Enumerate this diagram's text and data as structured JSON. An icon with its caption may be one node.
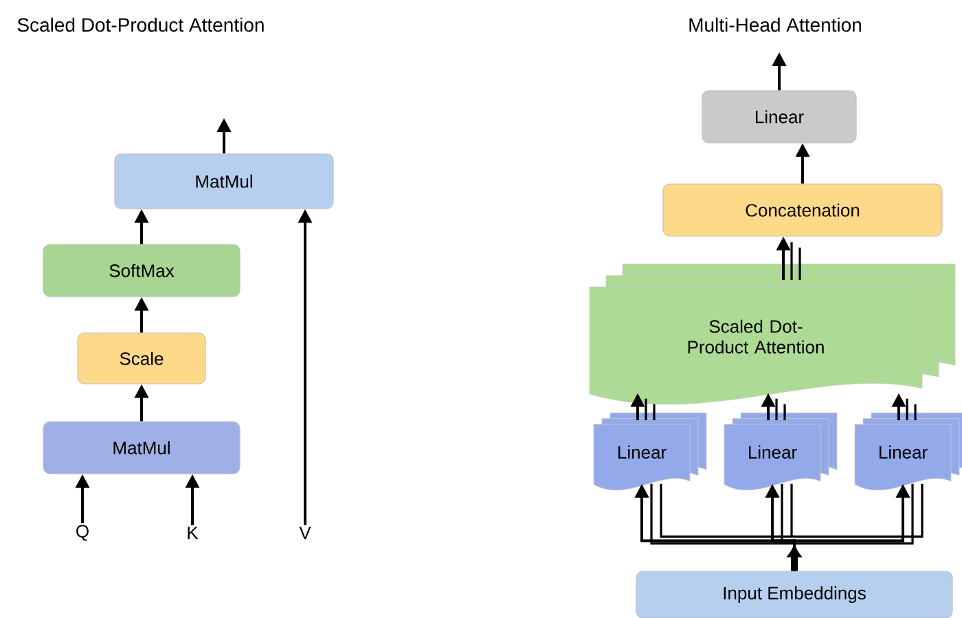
{
  "diagram": {
    "nodes": [
      {
        "text": [
          "Q"
        ]
      },
      {
        "text": [
          "K"
        ]
      },
      {
        "text": [
          "V"
        ]
      },
      {
        "text": [
          "MatMul"
        ]
      },
      {
        "text": [
          "Scale"
        ]
      },
      {
        "text": [
          "SoftMax"
        ]
      },
      {
        "text": [
          "MatMul"
        ]
      },
      {
        "text": [
          "Input Embeddings"
        ]
      },
      {
        "text": [
          "Linear"
        ]
      },
      {
        "text": [
          "Linear"
        ]
      },
      {
        "text": [
          "Linear"
        ]
      },
      {
        "text": [
          "Scaled Dot-Product Attention"
        ]
      },
      {
        "text": [
          "Concatenation"
        ]
      },
      {
        "text": [
          "Linear"
        ]
      }
    ],
    "edges": [
      {
        "from": 0,
        "to": 3,
        "arrow": "to"
      },
      {
        "from": 1,
        "to": 3,
        "arrow": "to"
      },
      {
        "from": 3,
        "to": 4,
        "arrow": "to"
      },
      {
        "from": 4,
        "to": 5,
        "arrow": "to"
      },
      {
        "from": 5,
        "to": 6,
        "arrow": "to"
      },
      {
        "from": 2,
        "to": 6,
        "arrow": "to"
      },
      {
        "from": 6,
        "to": null,
        "arrow": "to"
      },
      {
        "from": 7,
        "to": 8,
        "arrow": "to"
      },
      {
        "from": 7,
        "to": 9,
        "arrow": "to"
      },
      {
        "from": 7,
        "to": 10,
        "arrow": "to"
      },
      {
        "from": 8,
        "to": 11,
        "arrow": "to"
      },
      {
        "from": 9,
        "to": 11,
        "arrow": "to"
      },
      {
        "from": 10,
        "to": 11,
        "arrow": "to"
      },
      {
        "from": 11,
        "to": 12,
        "arrow": "to"
      },
      {
        "from": 12,
        "to": 13,
        "arrow": "to"
      },
      {
        "from": 13,
        "to": null,
        "arrow": "to"
      }
    ],
    "labels": [
      "Scaled Dot-Product Attention",
      "Multi-Head Attention"
    ]
  }
}
